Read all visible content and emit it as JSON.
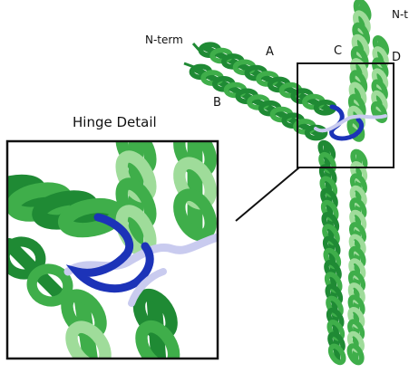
{
  "labels": {
    "nterm_left": "N-term",
    "nterm_right": "N-t",
    "helix_a": "A",
    "helix_b": "B",
    "helix_c": "C",
    "helix_d": "D",
    "inset_title": "Hinge Detail"
  },
  "colors": {
    "helix_dark": "#1f8a34",
    "helix_mid": "#3fae4a",
    "helix_light": "#9fdc9a",
    "helix_edge": "#0c5a1c",
    "loop_light": "#c9cbef",
    "loop_dark": "#1c33b8",
    "frame": "#111111"
  }
}
